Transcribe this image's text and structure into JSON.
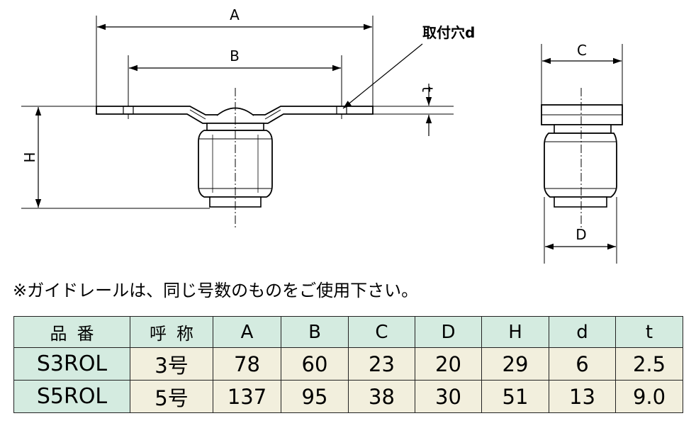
{
  "drawing": {
    "labels": {
      "A": "A",
      "B": "B",
      "C": "C",
      "D": "D",
      "H": "H",
      "t": "t",
      "hole": "取付穴d"
    }
  },
  "note": "※ガイドレールは、同じ号数のものをご使用下さい。",
  "table": {
    "headers": [
      "品番",
      "呼称",
      "A",
      "B",
      "C",
      "D",
      "H",
      "d",
      "t"
    ],
    "rows": [
      [
        "S3ROL",
        "3号",
        "78",
        "60",
        "23",
        "20",
        "29",
        "6",
        "2.5"
      ],
      [
        "S5ROL",
        "5号",
        "137",
        "95",
        "38",
        "30",
        "51",
        "13",
        "9.0"
      ]
    ]
  },
  "colors": {
    "header_bg": "#d4ebe0",
    "cell_bg": "#f2efdd",
    "line": "#222222"
  }
}
